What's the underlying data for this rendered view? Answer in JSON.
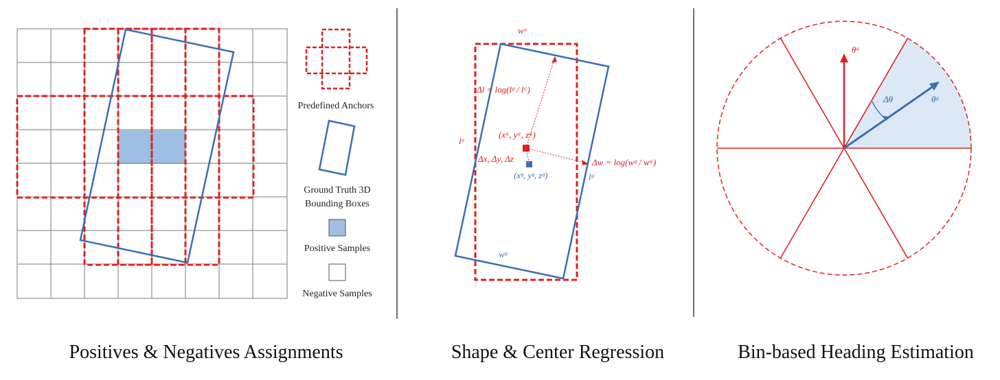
{
  "panels": [
    {
      "caption": "Positives & Negatives Assignments",
      "legend": [
        {
          "label": "Predefined Anchors"
        },
        {
          "label_line1": "Ground Truth 3D",
          "label_line2": "Bounding Boxes"
        },
        {
          "label": "Positive Samples"
        },
        {
          "label": "Negative Samples"
        }
      ]
    },
    {
      "caption": "Shape & Center Regression",
      "annotations": {
        "wa": "wᵃ",
        "la": "lᵃ",
        "wg": "wᵍ",
        "lg": "lᵍ",
        "anchor_center": "(xᵃ, yᵃ, zᵃ)",
        "gt_center": "(xᵍ, yᵍ, zᵍ)",
        "delta_xyz": "Δx, Δy, Δz",
        "delta_l": "Δl = log(lᵍ / lᵃ)",
        "delta_w": "Δw = log(wᵍ / wᵃ)"
      }
    },
    {
      "caption": "Bin-based Heading Estimation",
      "annotations": {
        "theta_a": "θᵃ",
        "theta_g": "θᵍ",
        "delta_theta": "Δθ"
      }
    }
  ],
  "colors": {
    "anchor_red": "#e02020",
    "gt_blue": "#3a6fb3",
    "positive_fill": "#9dbfe3",
    "sector_fill": "#dce8f6",
    "grid": "#7a7a7a"
  }
}
